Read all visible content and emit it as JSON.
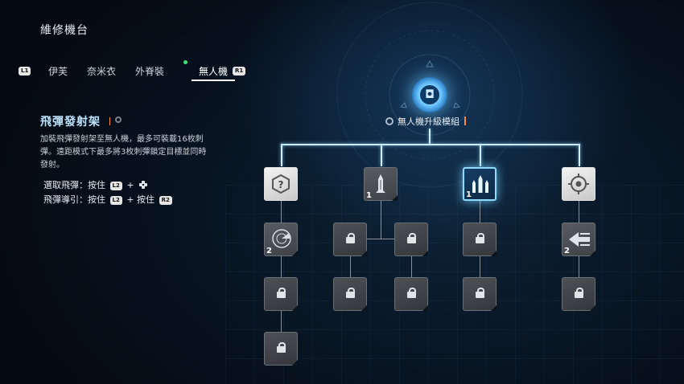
{
  "header": {
    "title": "維修機台"
  },
  "tabs": {
    "left_button": "L1",
    "right_button": "R1",
    "items": [
      {
        "label": "伊芙"
      },
      {
        "label": "奈米衣"
      },
      {
        "label": "外脊裝"
      },
      {
        "label": "無人機"
      }
    ],
    "active_index": 3
  },
  "skill": {
    "name": "飛彈發射架",
    "description": "加裝飛彈發射架至無人機，最多可裝載16枚刺彈。遠距模式下最多將3枚刺彈鎖定目標並同時發射。",
    "controls": [
      {
        "label": "選取飛彈：按住",
        "btn1": "L2",
        "plus": "+",
        "btn2": ""
      },
      {
        "label": "飛彈導引：按住",
        "btn1": "L2",
        "plus": "+ 按住",
        "btn2": "R2"
      }
    ]
  },
  "module": {
    "label": "無人機升級模組"
  },
  "tree": {
    "columns": [
      {
        "nodes": [
          {
            "state": "unlocked",
            "icon": "question-hex-icon",
            "level": ""
          },
          {
            "state": "available",
            "icon": "radar-sweep-icon",
            "level": "2"
          },
          {
            "state": "locked",
            "icon": "lock-icon",
            "level": ""
          },
          {
            "state": "locked",
            "icon": "lock-icon",
            "level": ""
          }
        ]
      },
      {
        "nodes": [
          {
            "state": "available",
            "icon": "single-missile-icon",
            "level": "1"
          },
          {
            "state": "locked",
            "icon": "lock-icon",
            "level": ""
          },
          {
            "state": "locked",
            "icon": "lock-icon",
            "level": ""
          }
        ]
      },
      {
        "nodes": [
          {
            "state": "locked",
            "icon": "lock-icon",
            "level": ""
          },
          {
            "state": "locked",
            "icon": "lock-icon",
            "level": ""
          }
        ]
      },
      {
        "nodes": [
          {
            "state": "selected",
            "icon": "missile-launcher-icon",
            "level": "1"
          },
          {
            "state": "locked",
            "icon": "lock-icon",
            "level": ""
          },
          {
            "state": "locked",
            "icon": "lock-icon",
            "level": ""
          }
        ]
      },
      {
        "nodes": [
          {
            "state": "unlocked",
            "icon": "target-gear-icon",
            "level": ""
          },
          {
            "state": "available",
            "icon": "dash-arrows-icon",
            "level": "2"
          },
          {
            "state": "locked",
            "icon": "lock-icon",
            "level": ""
          }
        ]
      }
    ]
  },
  "colors": {
    "accent_glow": "#8fdcff",
    "active_tab_dot": "#3fe07a",
    "marker_orange": "#ff8a3d"
  }
}
